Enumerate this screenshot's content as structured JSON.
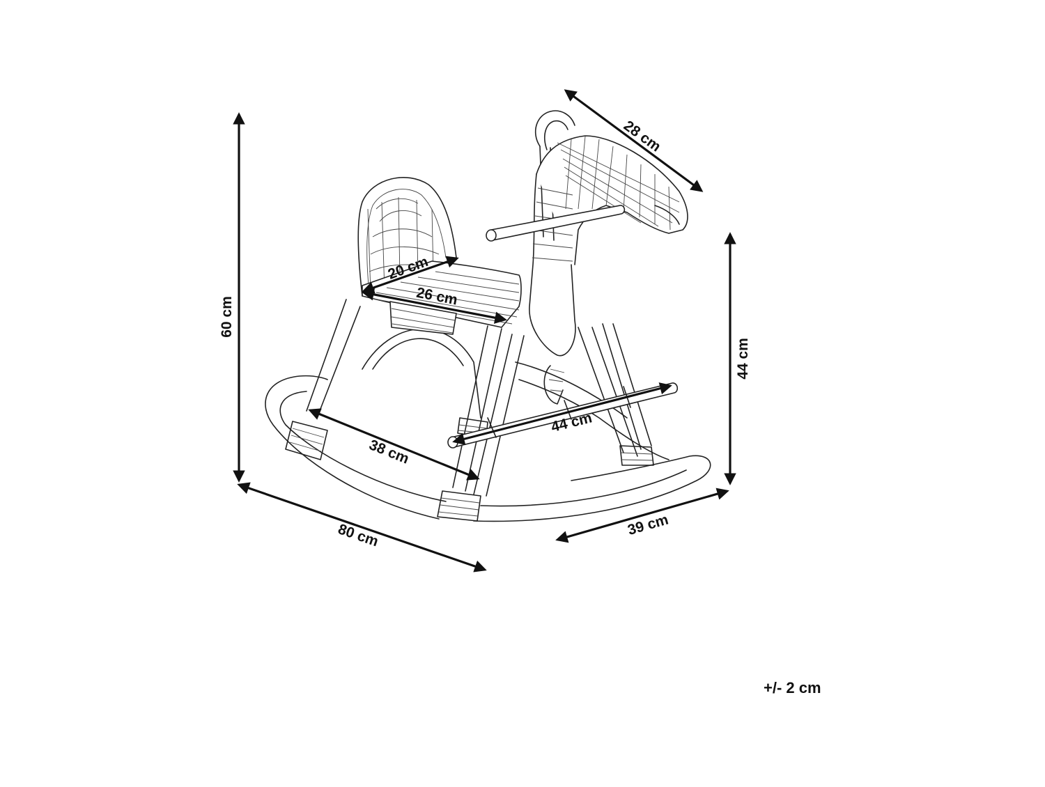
{
  "product_name": "rocking horse",
  "dimensions": {
    "height_total": "60 cm",
    "head_length": "28 cm",
    "seat_height": "44 cm",
    "seat_depth": "20 cm",
    "seat_width": "26 cm",
    "handle_bar": "44 cm",
    "leg_span": "38 cm",
    "length": "80 cm",
    "width": "39 cm"
  },
  "tolerance": "+/- 2 cm"
}
